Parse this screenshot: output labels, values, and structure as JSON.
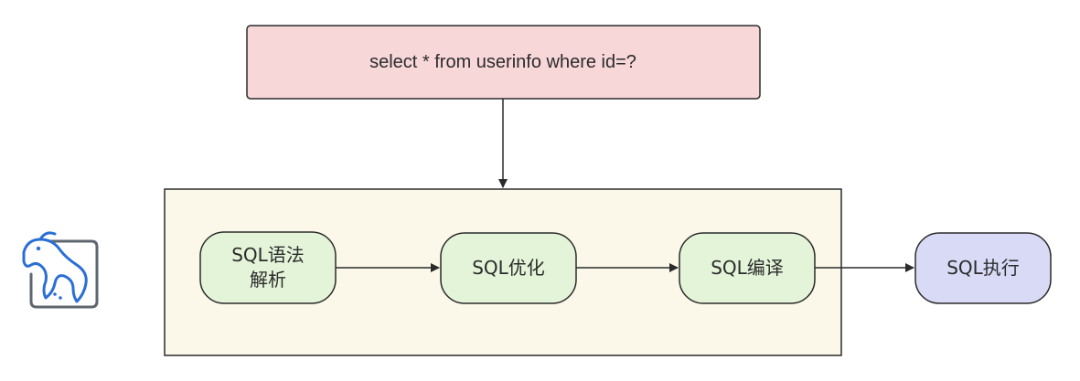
{
  "query": {
    "text": "select * from userinfo where id=?"
  },
  "pipeline": {
    "steps": [
      {
        "id": "parse",
        "lines": [
          "SQL语法",
          "解析"
        ]
      },
      {
        "id": "optimize",
        "lines": [
          "SQL优化"
        ]
      },
      {
        "id": "compile",
        "lines": [
          "SQL编译"
        ]
      }
    ],
    "execute": {
      "lines": [
        "SQL执行"
      ]
    }
  },
  "logo": {
    "icon": "mybatis-bird-icon"
  },
  "colors": {
    "query_fill": "#f8d7d9",
    "container_fill": "#fbf8ea",
    "step_fill": "#e4f4d9",
    "execute_fill": "#d9daf6",
    "stroke": "#2b2b2b",
    "logo_blue": "#2a6fd6",
    "logo_gray": "#5e6670"
  }
}
